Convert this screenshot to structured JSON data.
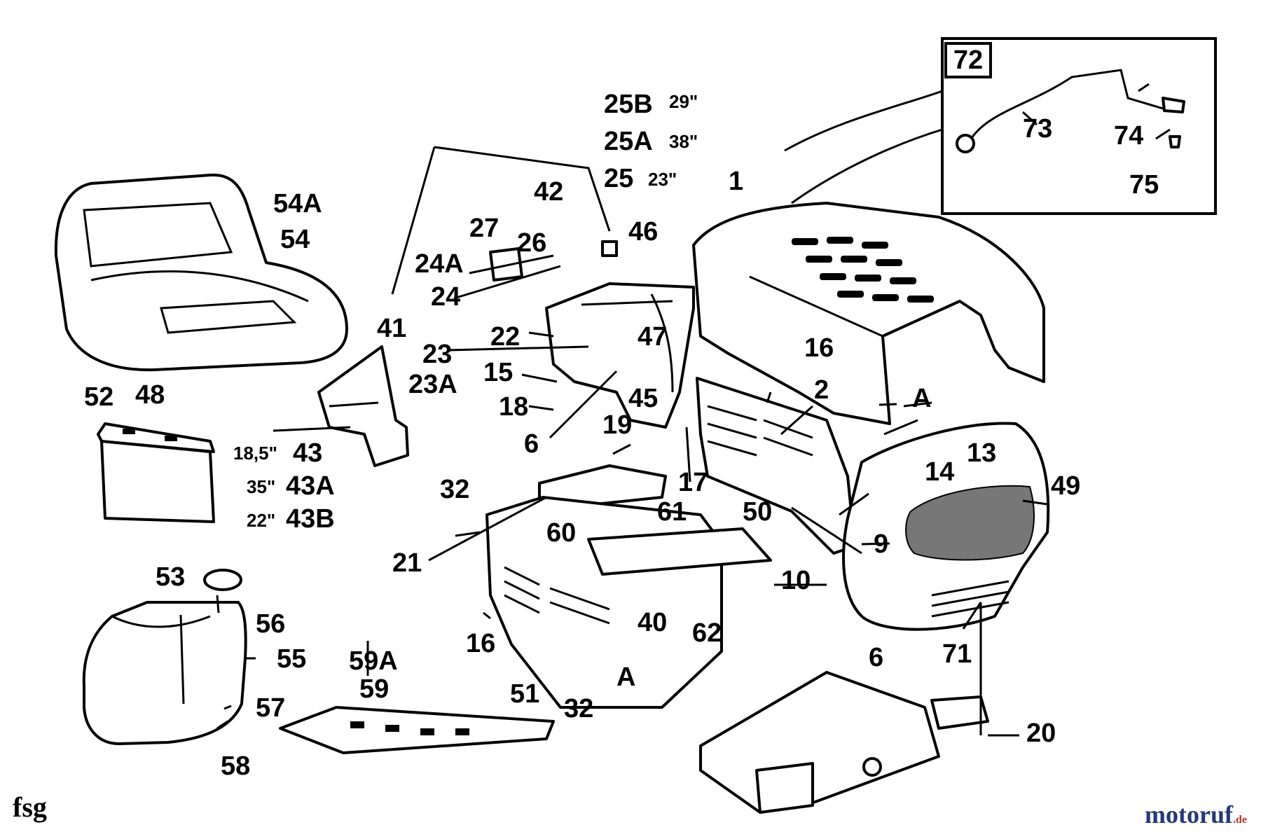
{
  "diagram": {
    "corner_code": "fsg",
    "brand": {
      "name": "motoruf",
      "suffix": ".de"
    },
    "inset": {
      "tag": "72",
      "labels": [
        "73",
        "74",
        "75"
      ]
    },
    "labels": {
      "p25B": "25B",
      "s29": "29\"",
      "p25A": "25A",
      "s38": "38\"",
      "p25": "25",
      "s23": "23\"",
      "p42": "42",
      "p27": "27",
      "p26": "26",
      "p46": "46",
      "p1": "1",
      "p54A": "54A",
      "p54": "54",
      "p24A": "24A",
      "p24": "24",
      "p41": "41",
      "p22": "22",
      "p23": "23",
      "p47": "47",
      "p16a": "16",
      "p23A": "23A",
      "p15": "15",
      "p2": "2",
      "pA1": "A",
      "p52": "52",
      "p48": "48",
      "p18": "18",
      "p45": "45",
      "p19": "19",
      "p6a": "6",
      "s185": "18,5\"",
      "p43": "43",
      "s35": "35\"",
      "p43A": "43A",
      "s22": "22\"",
      "p43B": "43B",
      "p32a": "32",
      "p17": "17",
      "p14": "14",
      "p13": "13",
      "p49": "49",
      "p61": "61",
      "p50": "50",
      "p60": "60",
      "p9": "9",
      "p21": "21",
      "p10": "10",
      "p53": "53",
      "p56": "56",
      "p40": "40",
      "p62": "62",
      "p55": "55",
      "p16b": "16",
      "p71": "71",
      "p6b": "6",
      "p59A": "59A",
      "pA2": "A",
      "p59": "59",
      "p51": "51",
      "p57": "57",
      "p32b": "32",
      "p20": "20",
      "p58": "58"
    }
  }
}
